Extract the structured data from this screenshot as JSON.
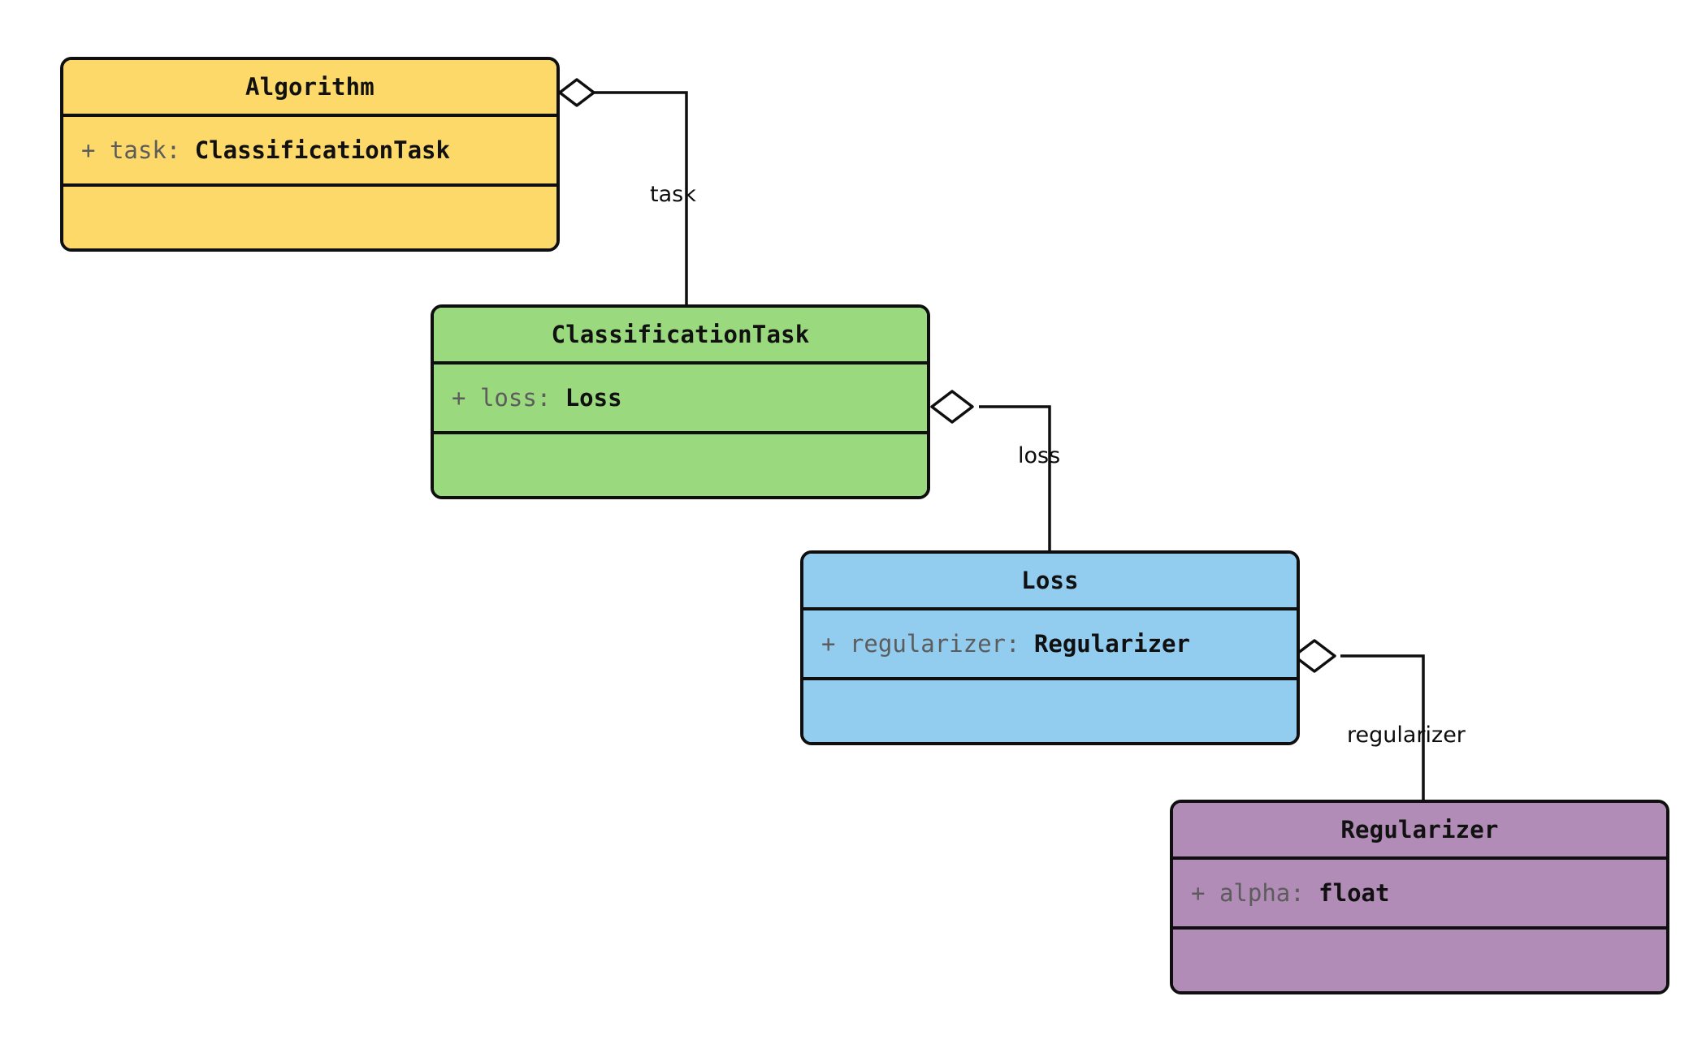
{
  "diagram": {
    "type": "uml-class-diagram",
    "background": "#ffffff",
    "classes": [
      {
        "id": "algorithm",
        "name": "Algorithm",
        "fill": "#FCD969",
        "attributes": [
          {
            "visibility": "+",
            "name": "task",
            "separator": ": ",
            "type": "ClassificationTask"
          }
        ],
        "methods": []
      },
      {
        "id": "classification-task",
        "name": "ClassificationTask",
        "fill": "#9BD97E",
        "attributes": [
          {
            "visibility": "+",
            "name": "loss",
            "separator": ": ",
            "type": "Loss"
          }
        ],
        "methods": []
      },
      {
        "id": "loss",
        "name": "Loss",
        "fill": "#92CDEF",
        "attributes": [
          {
            "visibility": "+",
            "name": "regularizer",
            "separator": ": ",
            "type": "Regularizer"
          }
        ],
        "methods": []
      },
      {
        "id": "regularizer",
        "name": "Regularizer",
        "fill": "#B08CB6",
        "attributes": [
          {
            "visibility": "+",
            "name": "alpha",
            "separator": ": ",
            "type": "float"
          }
        ],
        "methods": []
      }
    ],
    "relationships": [
      {
        "id": "rel-task",
        "kind": "aggregation",
        "from": "algorithm",
        "to": "classification-task",
        "label": "task"
      },
      {
        "id": "rel-loss",
        "kind": "aggregation",
        "from": "classification-task",
        "to": "loss",
        "label": "loss"
      },
      {
        "id": "rel-regularizer",
        "kind": "aggregation",
        "from": "loss",
        "to": "regularizer",
        "label": "regularizer"
      }
    ]
  }
}
